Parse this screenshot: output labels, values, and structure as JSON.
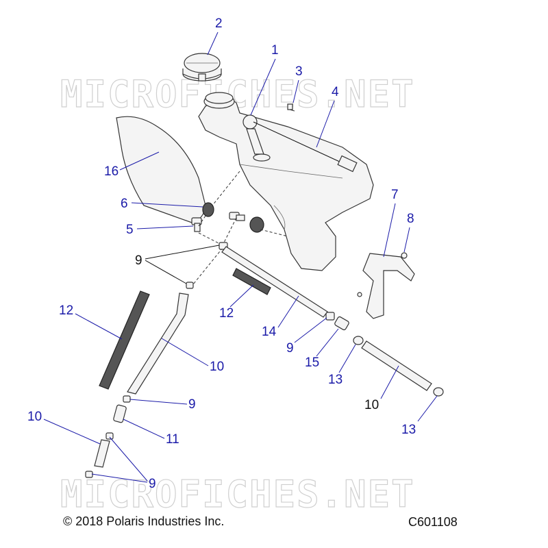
{
  "watermark": "MICROFICHES.NET",
  "footer": {
    "copyright": "© 2018 Polaris Industries Inc.",
    "code": "C601108"
  },
  "callouts": [
    {
      "label": "1",
      "color": "blue"
    },
    {
      "label": "2",
      "color": "blue"
    },
    {
      "label": "3",
      "color": "blue"
    },
    {
      "label": "4",
      "color": "blue"
    },
    {
      "label": "5",
      "color": "blue"
    },
    {
      "label": "6",
      "color": "blue"
    },
    {
      "label": "7",
      "color": "blue"
    },
    {
      "label": "8",
      "color": "blue"
    },
    {
      "label": "9",
      "color": "black"
    },
    {
      "label": "12",
      "color": "blue"
    },
    {
      "label": "12",
      "color": "blue"
    },
    {
      "label": "14",
      "color": "blue"
    },
    {
      "label": "9",
      "color": "blue"
    },
    {
      "label": "15",
      "color": "blue"
    },
    {
      "label": "13",
      "color": "blue"
    },
    {
      "label": "10",
      "color": "blue"
    },
    {
      "label": "10",
      "color": "black"
    },
    {
      "label": "9",
      "color": "blue"
    },
    {
      "label": "11",
      "color": "blue"
    },
    {
      "label": "13",
      "color": "blue"
    },
    {
      "label": "10",
      "color": "blue"
    },
    {
      "label": "9",
      "color": "blue"
    },
    {
      "label": "16",
      "color": "blue"
    }
  ],
  "colors": {
    "blue": "#1a1aa8",
    "black": "#111111"
  }
}
